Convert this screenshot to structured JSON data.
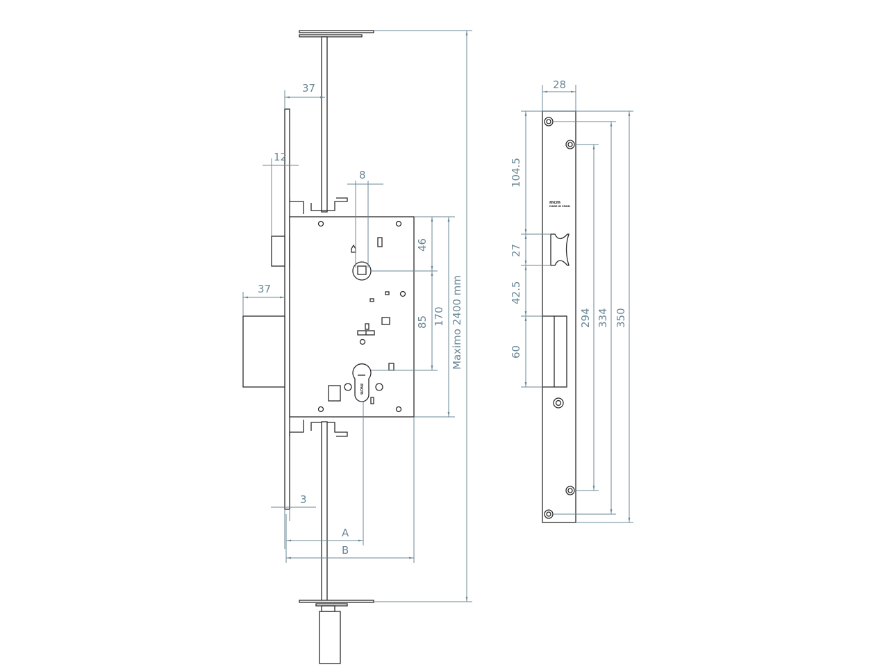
{
  "title": "Mortise lock technical drawing",
  "front_view": {
    "dims": {
      "rod_offset": "37",
      "latch_projection": "12",
      "spindle_offset": "8",
      "bolt_projection": "37",
      "spindle_to_top": "46",
      "spindle_to_cylinder": "85",
      "case_height": "170",
      "max_length": "Maximo 2400 mm",
      "faceplate_thickness": "3",
      "backset_a": "A",
      "backset_b": "B"
    },
    "cylinder_logo": "mcm"
  },
  "strike_plate": {
    "dims": {
      "width": "28",
      "top_to_latch": "104.5",
      "latch_height": "27",
      "latch_to_bolt": "42.5",
      "bolt_height": "60",
      "inner_holes": "294",
      "outer_holes": "334",
      "length": "350"
    },
    "logo": "mcm",
    "logo_subtext": "MADE IN SPAIN"
  }
}
